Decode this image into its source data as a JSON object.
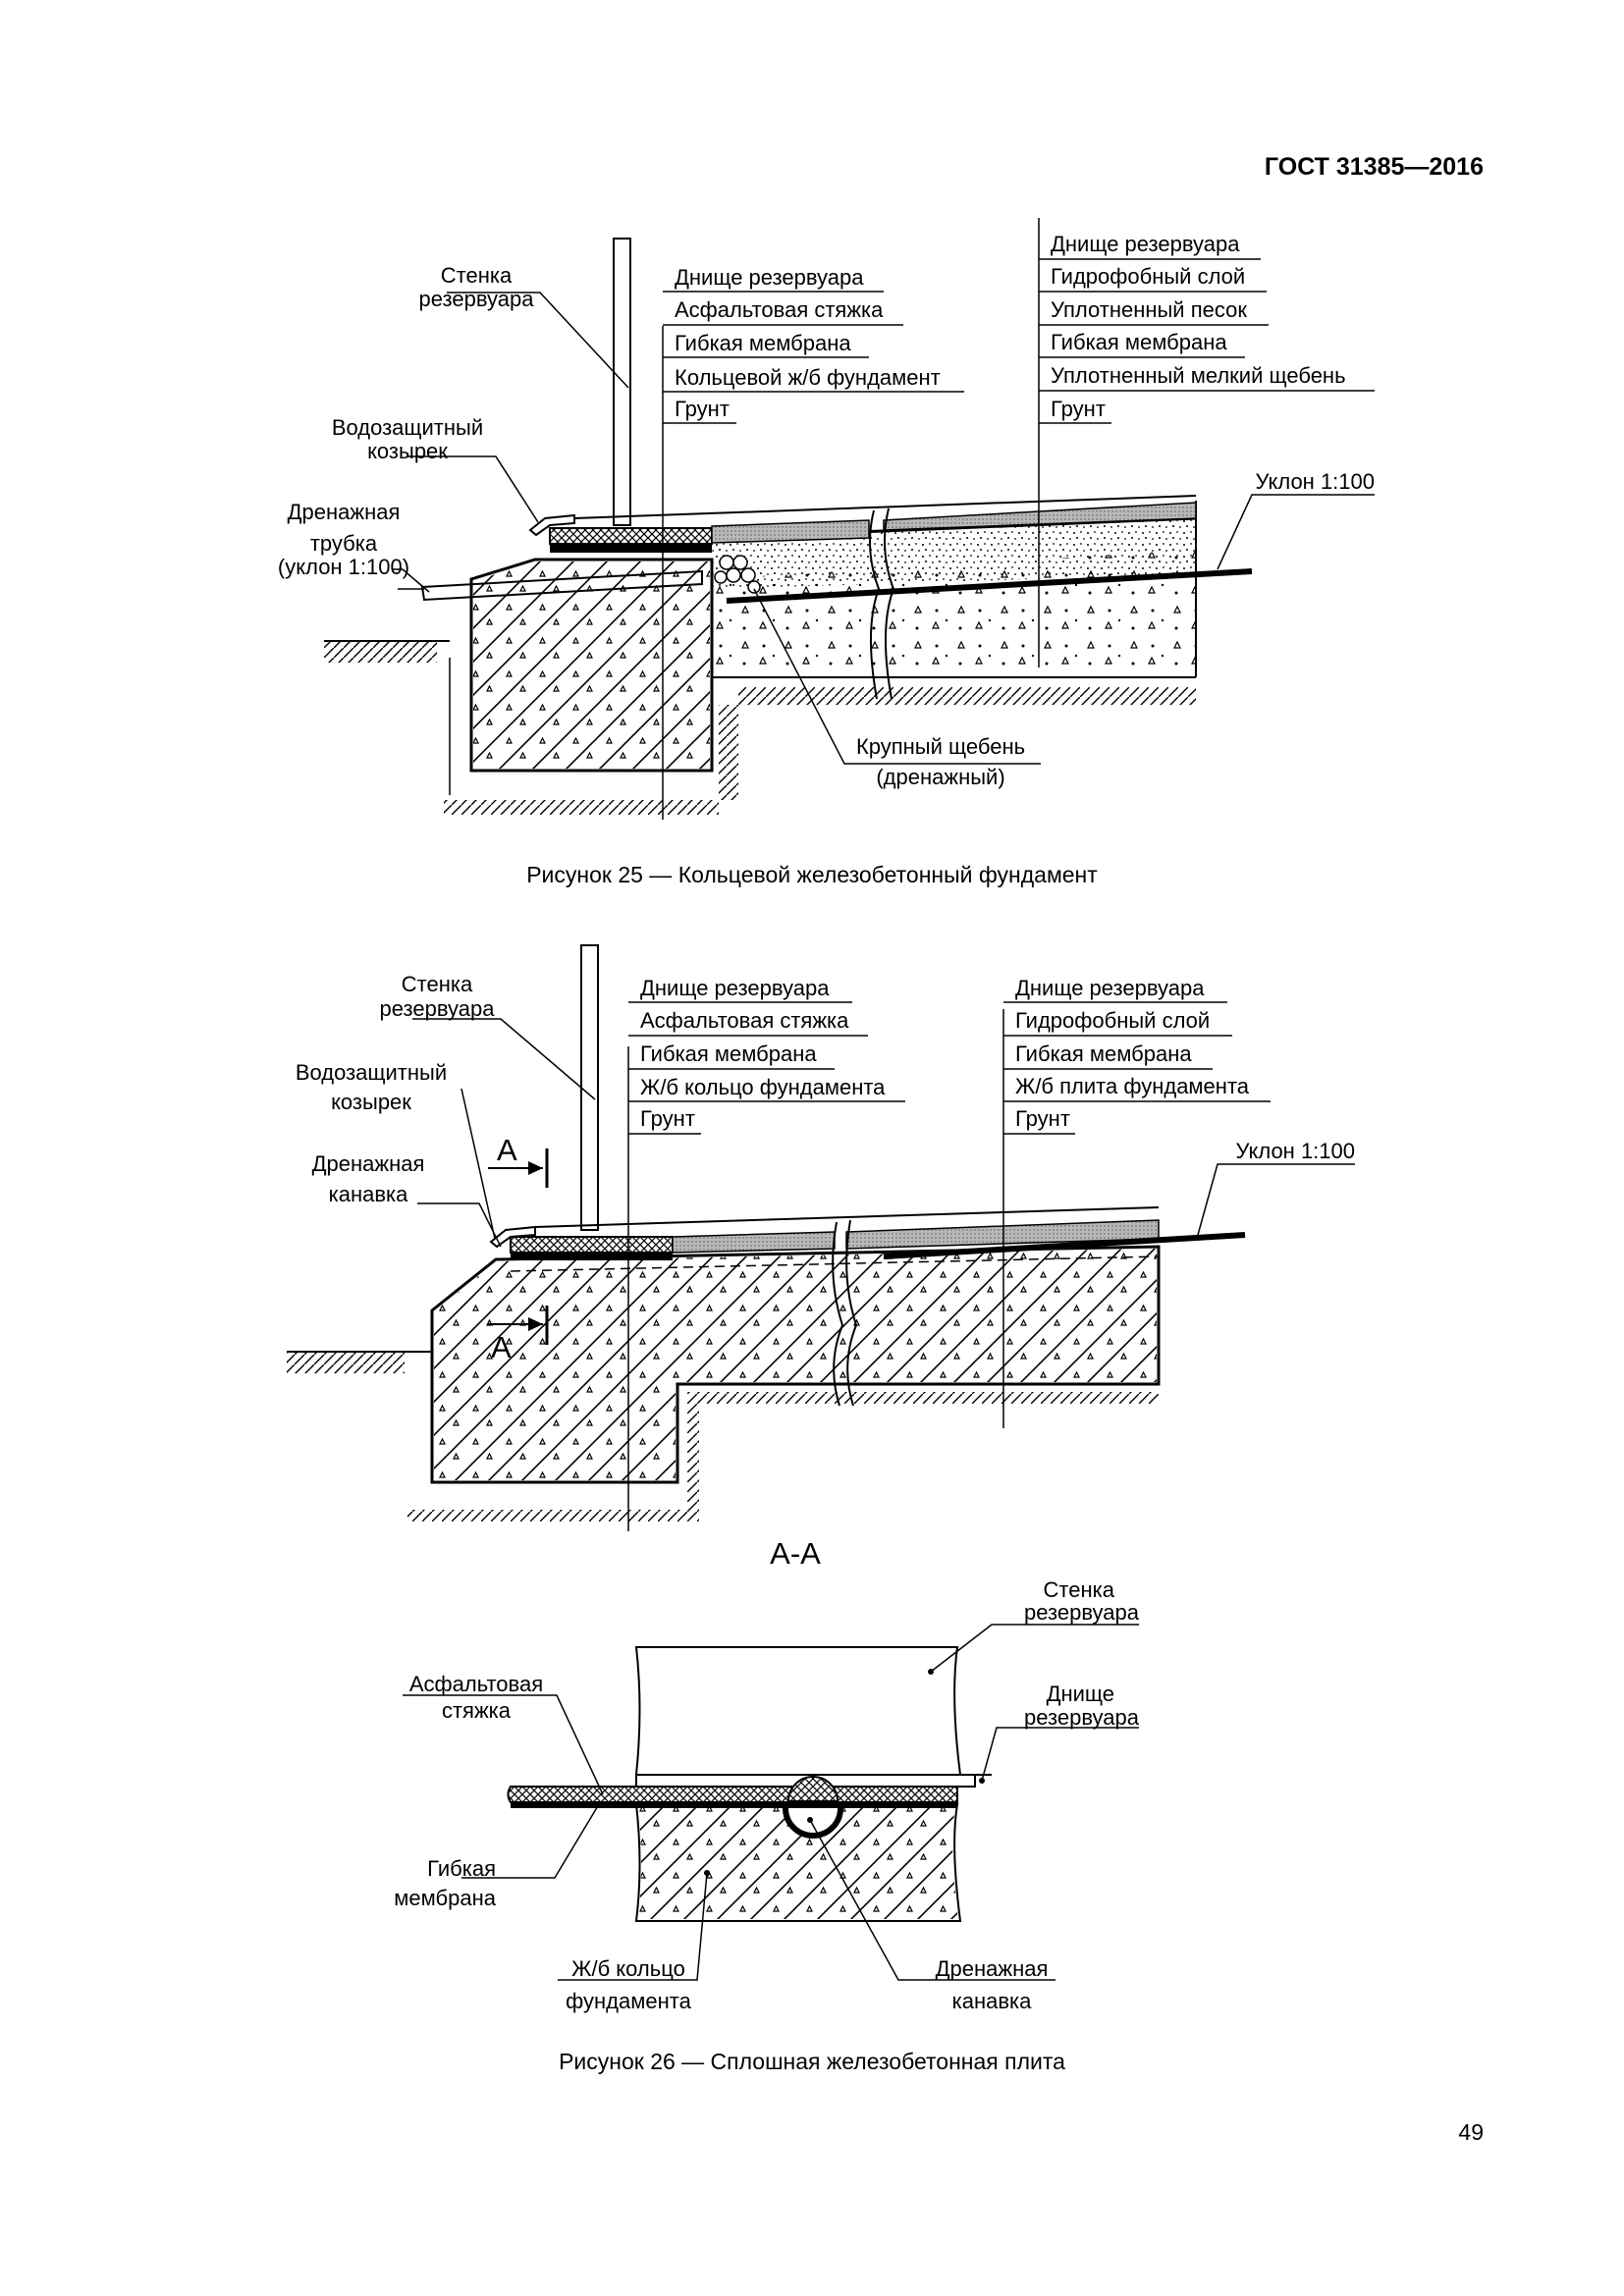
{
  "header": {
    "standard": "ГОСТ 31385—2016"
  },
  "page_number": "49",
  "figure25": {
    "caption": "Рисунок 25 — Кольцевой железобетонный фундамент",
    "wall": "Стенка резервуара",
    "canopy": "Водозащитный козырек",
    "drain_pipe": [
      "Дренажная",
      "трубка",
      "(уклон 1:100)"
    ],
    "ring_layers": [
      "Днище резервуара",
      "Асфальтовая стяжка",
      "Гибкая мембрана",
      "Кольцевой ж/б фундамент",
      "Грунт"
    ],
    "center_layers": [
      "Днище резервуара",
      "Гидрофобный слой",
      "Уплотненный песок",
      "Гибкая мембрана",
      "Уплотненный мелкий щебень",
      "Грунт"
    ],
    "slope": "Уклон 1:100",
    "gravel": [
      "Крупный щебень",
      "(дренажный)"
    ]
  },
  "figure26": {
    "caption": "Рисунок 26 — Сплошная железобетонная плита",
    "wall": "Стенка резервуара",
    "canopy": "Водозащитный козырек",
    "drain_groove": "Дренажная канавка",
    "ring_layers": [
      "Днище резервуара",
      "Асфальтовая стяжка",
      "Гибкая мембрана",
      "Ж/б кольцо фундамента",
      "Грунт"
    ],
    "center_layers": [
      "Днище резервуара",
      "Гидрофобный слой",
      "Гибкая мембрана",
      "Ж/б плита фундамента",
      "Грунт"
    ],
    "slope": "Уклон 1:100",
    "section_mark": "А"
  },
  "section_aa": {
    "title": "А-А",
    "wall": "Стенка резервуара",
    "bottom": "Днище резервуара",
    "asphalt": "Асфальтовая стяжка",
    "membrane": "Гибкая мембрана",
    "ring": "Ж/б кольцо фундамента",
    "groove": "Дренажная канавка"
  }
}
